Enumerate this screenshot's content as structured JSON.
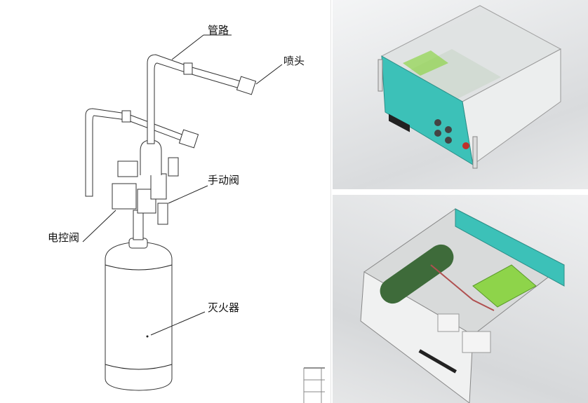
{
  "labels": {
    "pipe": "管路",
    "nozzle": "喷头",
    "manual_valve": "手动阀",
    "electric_valve": "电控阀",
    "extinguisher": "灭火器"
  },
  "colors": {
    "teal_panel": "#3cc1b8",
    "green_board": "#8ed44a",
    "cylinder_green": "#3e6b3a",
    "enclosure": "#eceeee"
  }
}
